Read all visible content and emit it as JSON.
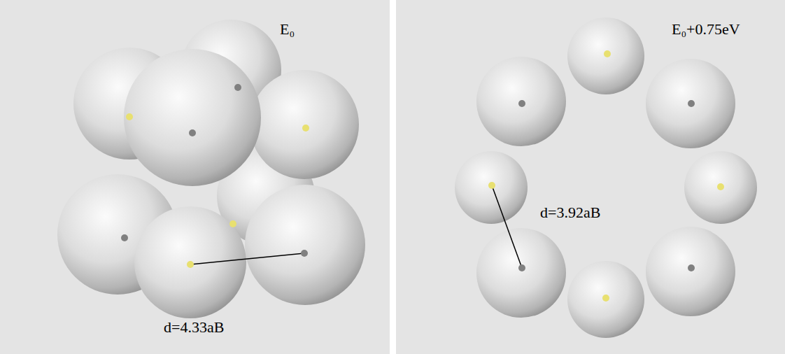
{
  "diagram": {
    "labels": [
      "E₀",
      "d=4.33aB",
      "E₀+0.75eV",
      "d=3.92aB"
    ]
  }
}
